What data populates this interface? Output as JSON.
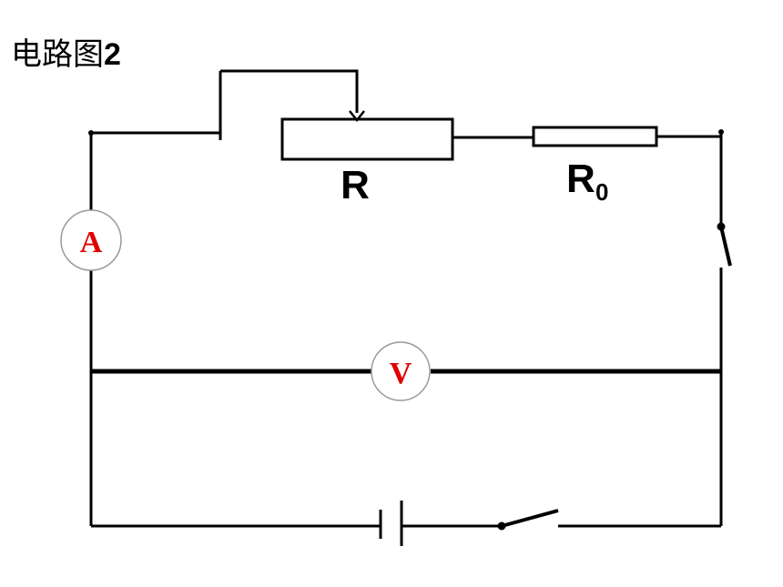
{
  "title": {
    "text": "电路图",
    "number": "2"
  },
  "components": {
    "rheostat_label": "R",
    "resistor_label": "R",
    "resistor_subscript": "0",
    "ammeter_label": "A",
    "voltmeter_label": "V"
  },
  "colors": {
    "wire": "#000000",
    "meter_text": "#e00000",
    "meter_ring": "#9a9a9a"
  }
}
